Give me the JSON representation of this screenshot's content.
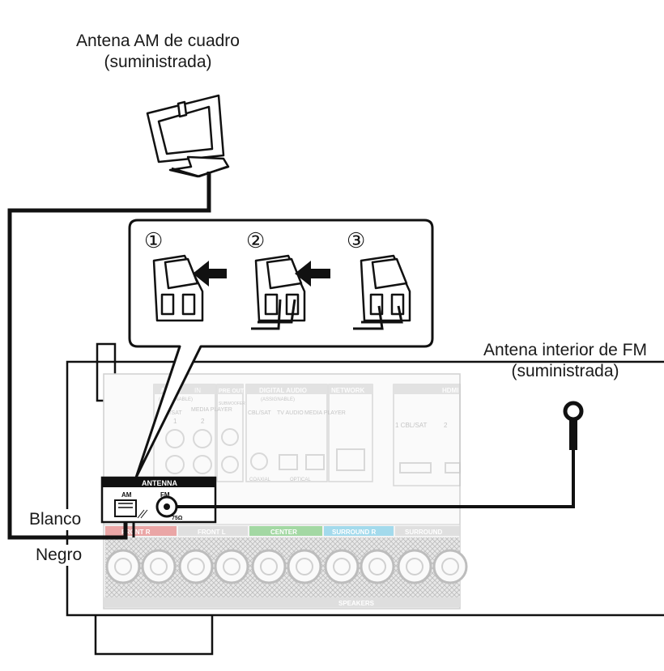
{
  "labels": {
    "am_antenna_line1": "Antena AM de cuadro",
    "am_antenna_line2": "(suministrada)",
    "fm_antenna_line1": "Antena interior de FM",
    "fm_antenna_line2": "(suministrada)",
    "wire_white": "Blanco",
    "wire_black": "Negro"
  },
  "steps": [
    "①",
    "②",
    "③"
  ],
  "panel": {
    "antenna_title": "ANTENNA",
    "am_label": "AM",
    "fm_label": "FM",
    "ohm_label": "75Ω",
    "audio_in_title": "AUDIO",
    "audio_in_tag": "IN",
    "assignable": "(ASSIGNABLE)",
    "cbl_sat": "CBL/SAT",
    "media_player": "MEDIA PLAYER",
    "num_1": "1",
    "num_2": "2",
    "pre_out_title": "PRE OUT",
    "subwoofer": "SUBWOOFER",
    "digital_audio_title": "DIGITAL AUDIO",
    "digital_assignable": "(ASSIGNABLE)",
    "tv_audio": "TV AUDIO",
    "coaxial": "COAXIAL",
    "optical": "OPTICAL",
    "network_title": "NETWORK",
    "hdmi_title": "HDMI",
    "hdmi_cbl": "1  CBL/SAT",
    "hdmi_2": "2",
    "speakers_title": "SPEAKERS",
    "speaker_groups": [
      "FRONT R",
      "FRONT L",
      "CENTER",
      "SURROUND R",
      "SURROUND"
    ]
  },
  "colors": {
    "front_r": "#e57373",
    "front_l": "#d9d9d9",
    "center": "#8fd18f",
    "surround_r": "#8fd3ea",
    "surround": "#d9d9d9",
    "outline": "#111111",
    "faded": "#cfcfcf"
  }
}
